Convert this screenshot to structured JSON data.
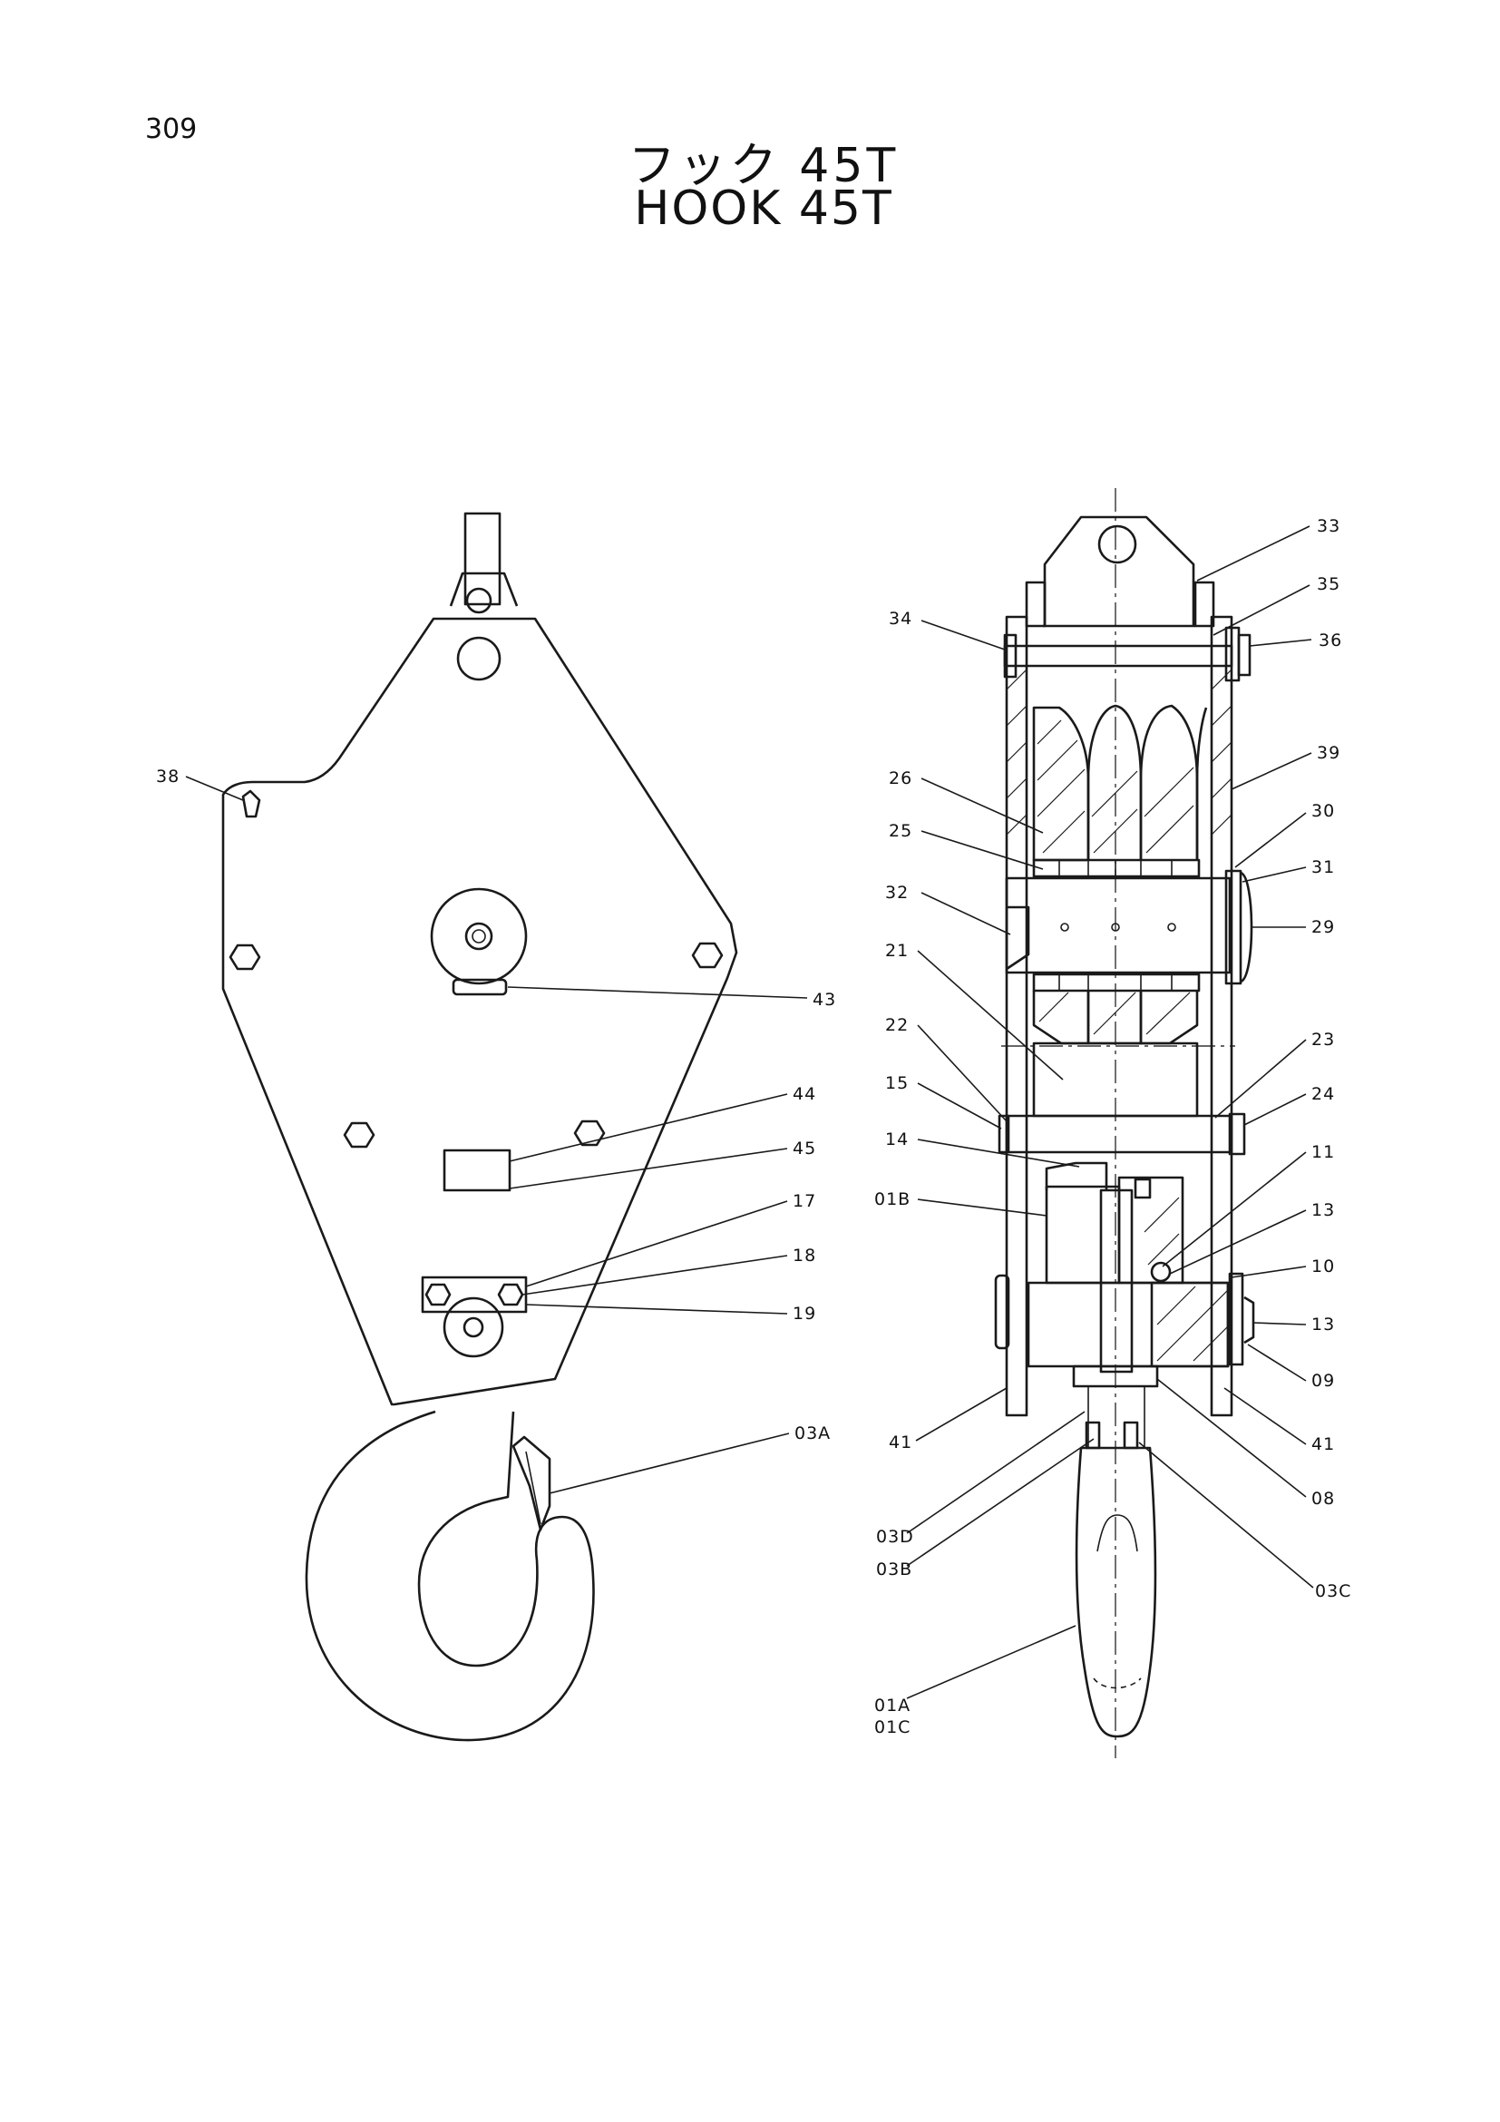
{
  "page": {
    "number": "309",
    "title_jp": "フック 45T",
    "title_en": "HOOK 45T"
  },
  "callouts": {
    "p33": "33",
    "p35": "35",
    "p36": "36",
    "p34": "34",
    "p39": "39",
    "p30": "30",
    "p31": "31",
    "p29": "29",
    "p26": "26",
    "p25": "25",
    "p32": "32",
    "p21": "21",
    "p22": "22",
    "p15": "15",
    "p23": "23",
    "p24": "24",
    "p14": "14",
    "p01B": "01B",
    "p11": "11",
    "p13a": "13",
    "p10": "10",
    "p13b": "13",
    "p09": "09",
    "p41a": "41",
    "p41b": "41",
    "p08": "08",
    "p03D": "03D",
    "p03B": "03B",
    "p03C": "03C",
    "p01A": "01A",
    "p01C": "01C",
    "p38": "38",
    "p43": "43",
    "p44": "44",
    "p45": "45",
    "p17": "17",
    "p18": "18",
    "p19": "19",
    "p03A": "03A"
  }
}
